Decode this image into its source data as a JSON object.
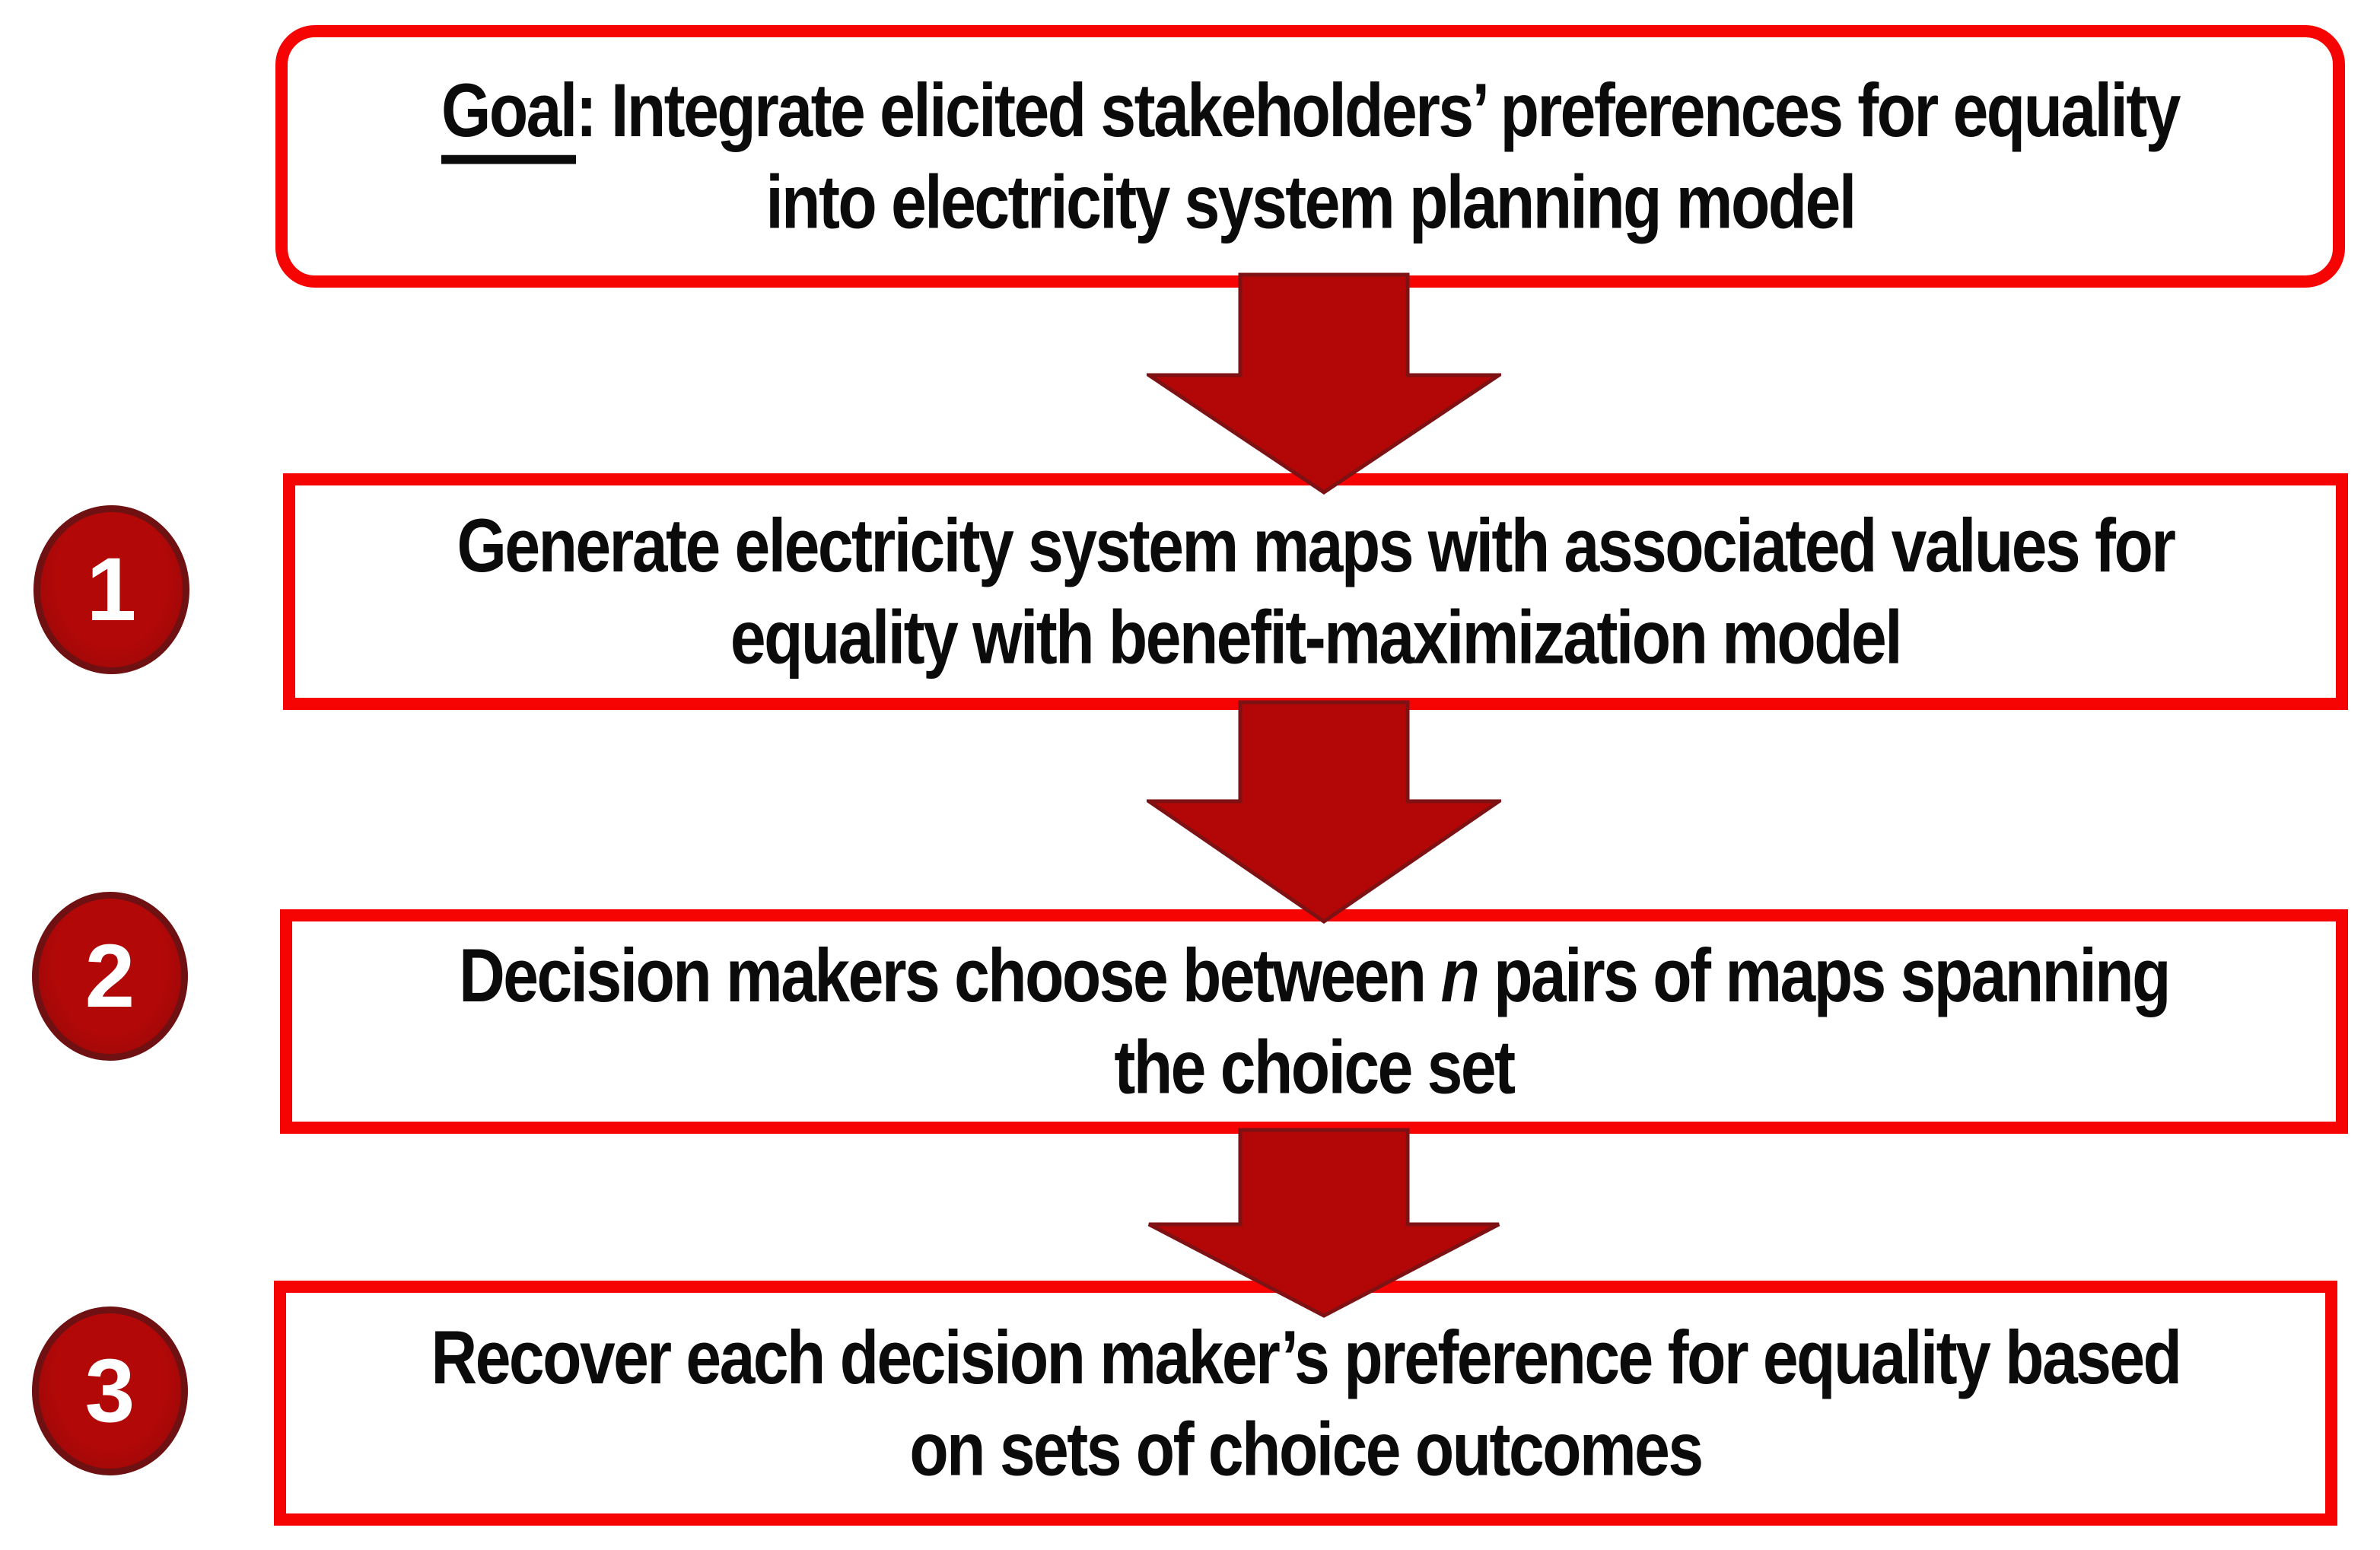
{
  "colors": {
    "border_red": "#f60404",
    "arrow_fill": "#b30606",
    "arrow_outline": "#7d1113",
    "badge_fill": "#b20808",
    "badge_fill_edge": "#8f0808",
    "badge_outline": "#6f1012",
    "text": "#0b0b0b",
    "number": "#ffffff",
    "background": "#ffffff"
  },
  "goal": {
    "word": "Goal",
    "colon": ":",
    "line1_rest": " Integrate elicited stakeholders’ preferences for equality",
    "line2": "into electricity system planning model"
  },
  "steps": [
    {
      "number": "1",
      "line1": "Generate electricity system maps with associated values for",
      "line2": "equality with benefit-maximization model"
    },
    {
      "number": "2",
      "line1_before": "Decision makers choose between ",
      "line1_italic": "n",
      "line1_after": " pairs of maps spanning",
      "line2": "the choice set"
    },
    {
      "number": "3",
      "line1": "Recover each decision maker’s preference for equality based",
      "line2": "on sets of choice outcomes"
    }
  ]
}
